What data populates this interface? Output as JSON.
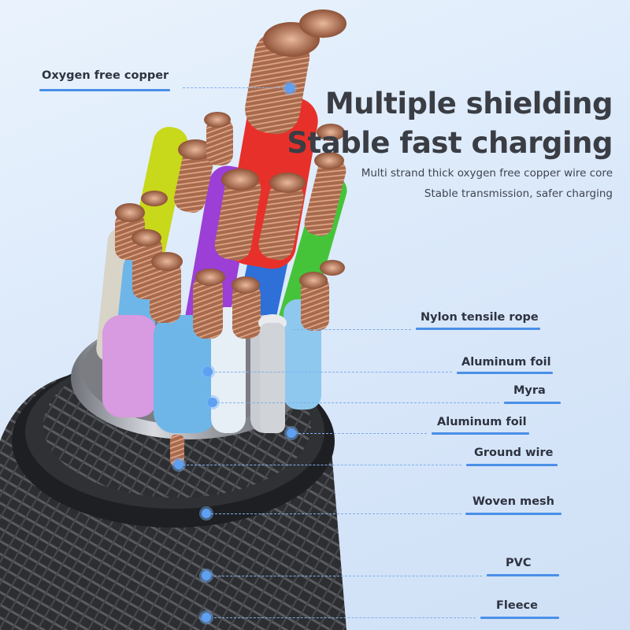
{
  "headline": {
    "line1": "Multiple shielding",
    "line2": "Stable fast charging",
    "sub1": "Multi strand thick oxygen free copper wire core",
    "sub2": "Stable transmission, safer charging"
  },
  "callouts": [
    {
      "id": "oxygen-free-copper",
      "label": "Oxygen free copper"
    },
    {
      "id": "nylon-tensile-rope",
      "label": "Nylon tensile rope"
    },
    {
      "id": "aluminum-foil-outer",
      "label": "Aluminum foil"
    },
    {
      "id": "myra",
      "label": "Myra"
    },
    {
      "id": "aluminum-foil-inner",
      "label": "Aluminum foil"
    },
    {
      "id": "ground-wire",
      "label": "Ground wire"
    },
    {
      "id": "woven-mesh",
      "label": "Woven mesh"
    },
    {
      "id": "pvc",
      "label": "PVC"
    },
    {
      "id": "fleece",
      "label": "Fleece"
    }
  ],
  "colors": {
    "accent": "#4a8fe8",
    "copper": "#b8775a",
    "red": "#e8302a",
    "purple": "#9b3fd6",
    "blue": "#2f6fd8",
    "green": "#45c43a",
    "yellow": "#c8d81a",
    "lightblue": "#6eb6e8",
    "pink": "#d89ae0",
    "braid": "#3a3a3c"
  }
}
